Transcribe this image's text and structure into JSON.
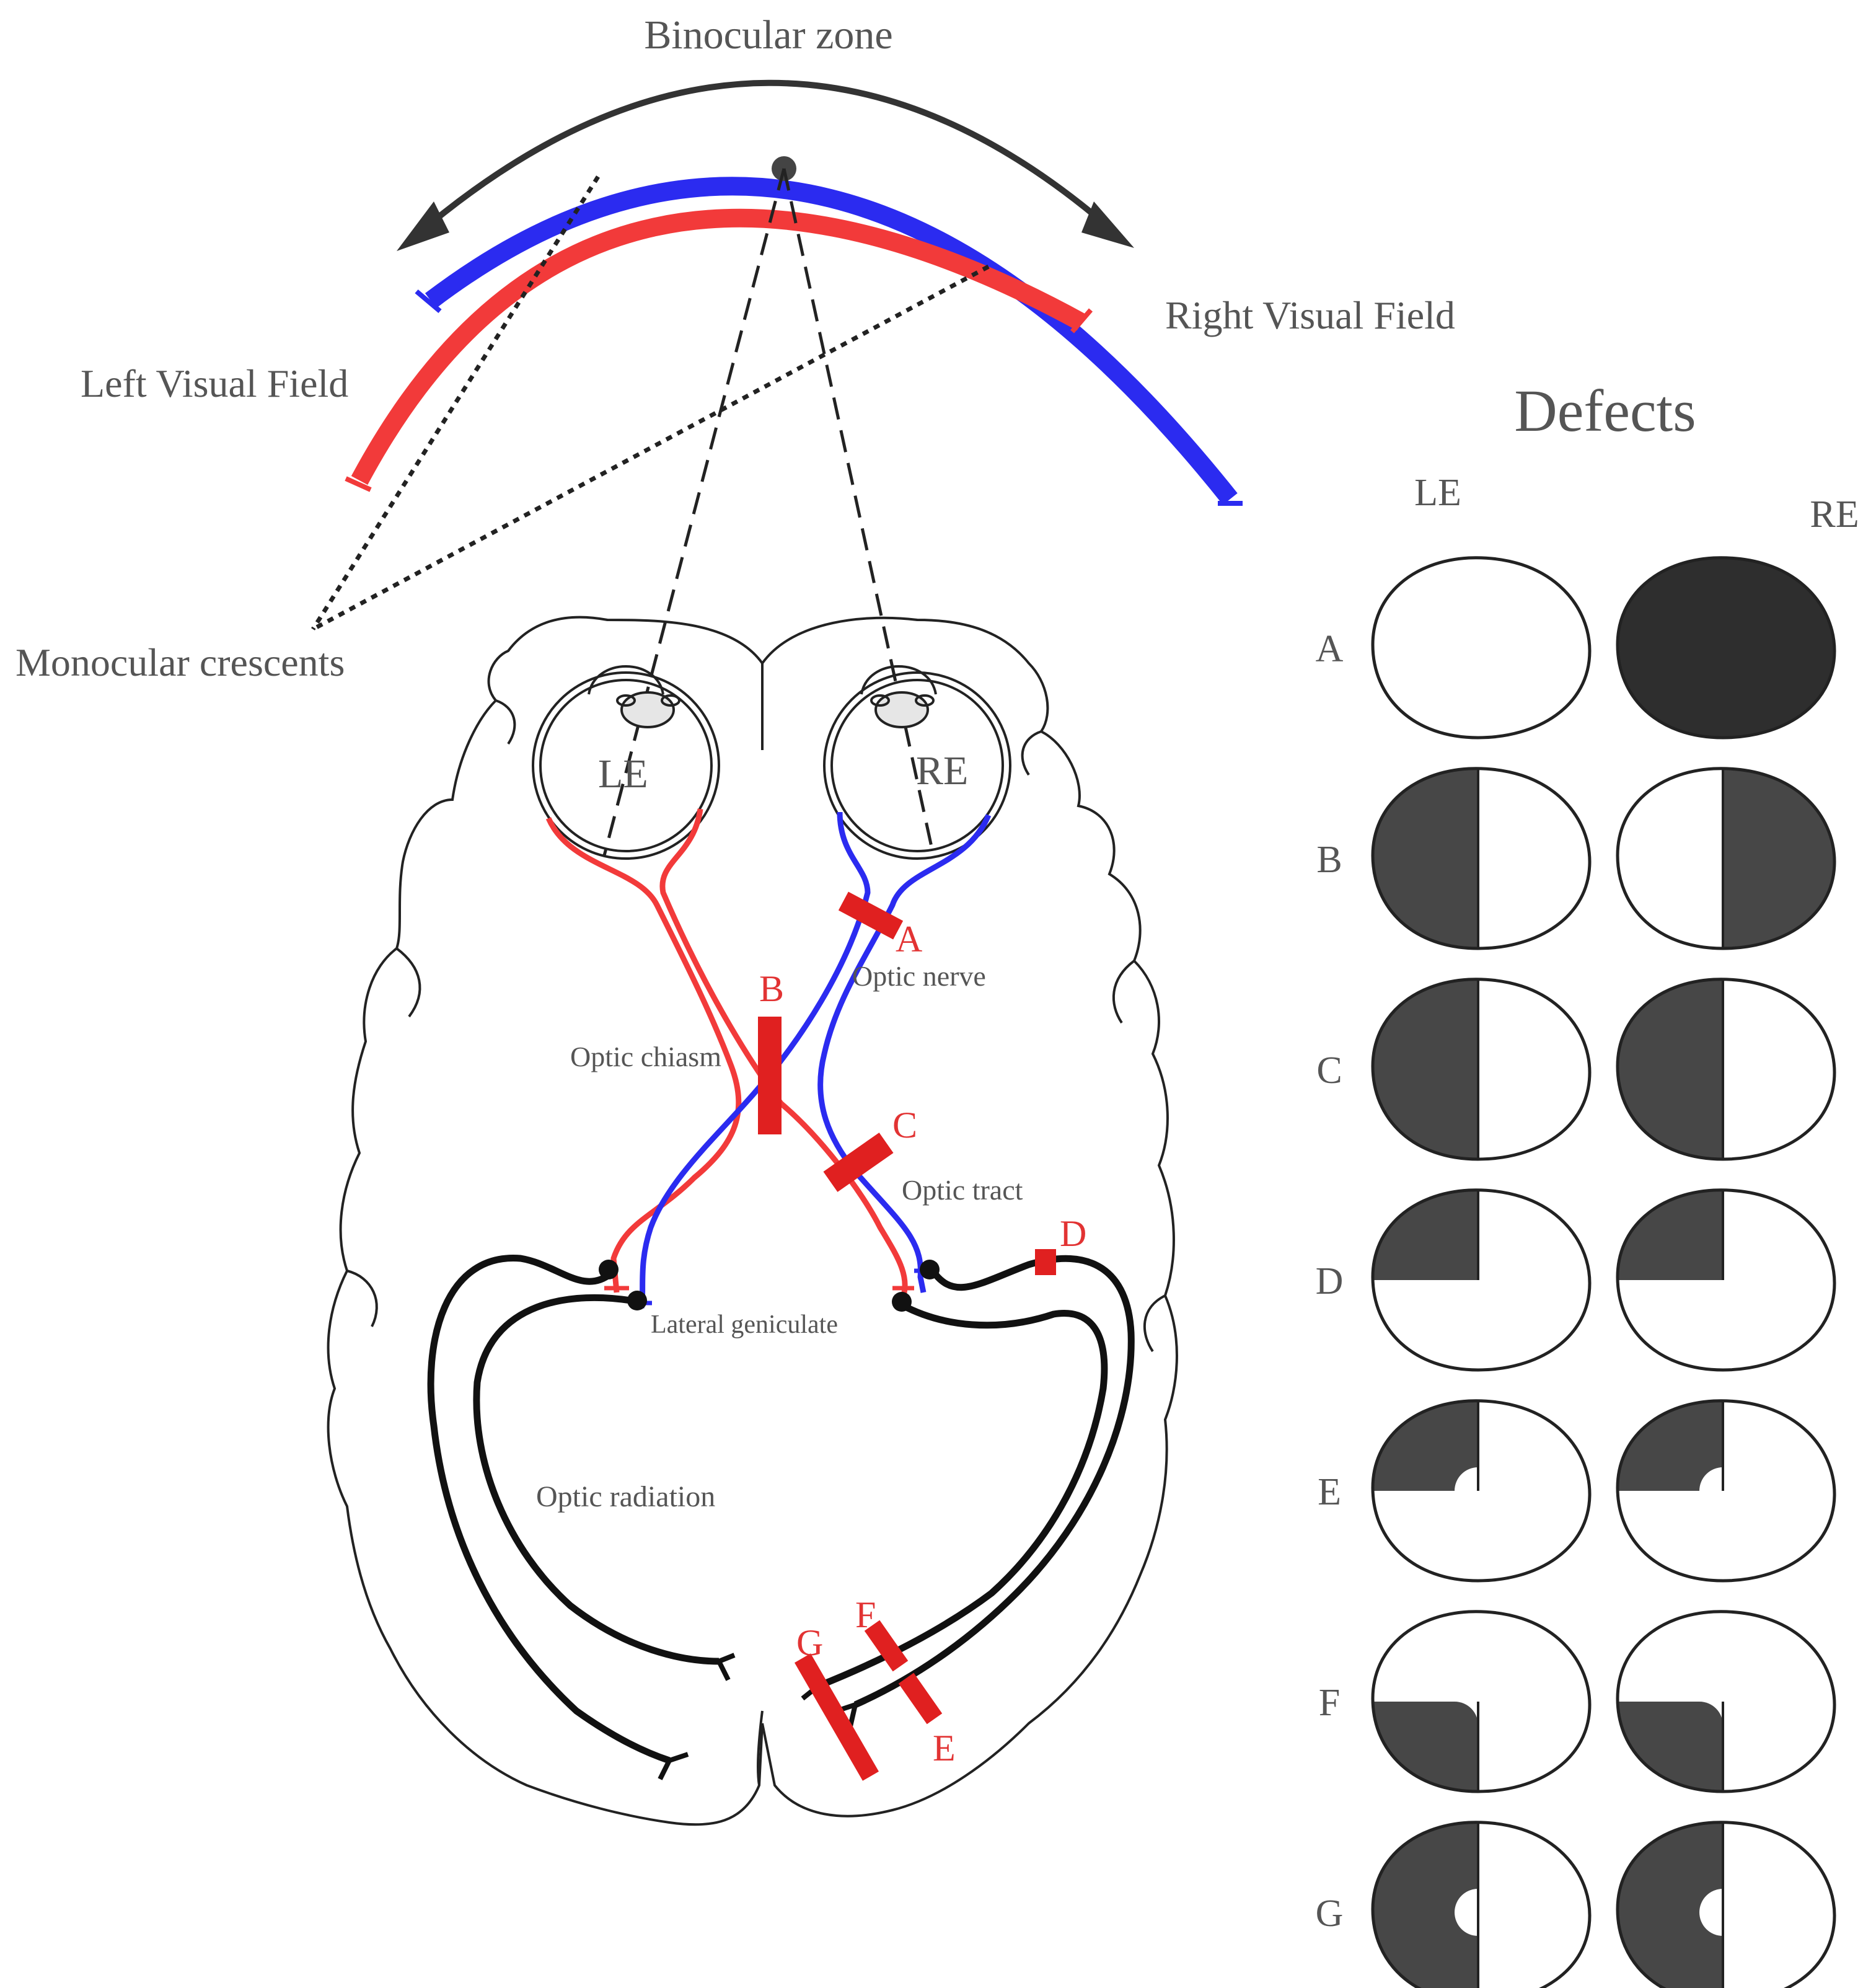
{
  "colors": {
    "left_field": "#f23a3a",
    "right_field": "#2b2bf0",
    "lesion": "#e02020",
    "defect_fill": "#474747",
    "defect_fill_full": "#2e2e2e",
    "outline": "#222222",
    "arrow": "#333333"
  },
  "visual_field": {
    "binocular_zone": "Binocular zone",
    "left_visual_field": "Left Visual Field",
    "right_visual_field": "Right Visual Field",
    "monocular_crescents": "Monocular crescents"
  },
  "brain": {
    "left_eye": "LE",
    "right_eye": "RE",
    "optic_nerve": "Optic nerve",
    "optic_chiasm": "Optic chiasm",
    "optic_tract": "Optic tract",
    "lateral_geniculate": "Lateral geniculate",
    "optic_radiation": "Optic radiation"
  },
  "lesions": [
    "A",
    "B",
    "C",
    "D",
    "E",
    "F",
    "G"
  ],
  "defects": {
    "title": "Defects",
    "le_header": "LE",
    "re_header": "RE",
    "rows": [
      {
        "label": "A",
        "le": "none",
        "re": "full"
      },
      {
        "label": "B",
        "le": "left-half",
        "re": "right-half"
      },
      {
        "label": "C",
        "le": "left-half",
        "re": "left-half"
      },
      {
        "label": "D",
        "le": "upper-left-quadrant",
        "re": "upper-left-quadrant"
      },
      {
        "label": "E",
        "le": "upper-left-quadrant-macular-sparing",
        "re": "upper-left-quadrant-macular-sparing"
      },
      {
        "label": "F",
        "le": "lower-left-quadrant-macular-sparing",
        "re": "lower-left-quadrant-macular-sparing"
      },
      {
        "label": "G",
        "le": "left-half-macular-sparing",
        "re": "left-half-macular-sparing"
      }
    ]
  }
}
